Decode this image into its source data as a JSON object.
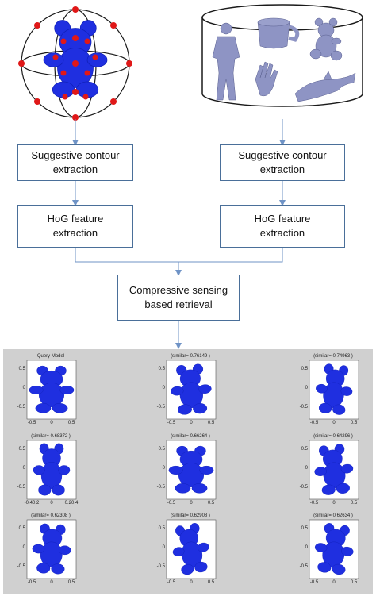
{
  "pipeline": {
    "query_contour_label": "Suggestive contour\nextraction",
    "query_hog_label": "HoG feature\nextraction",
    "db_contour_label": "Suggestive contour\nextraction",
    "db_hog_label": "HoG feature\nextraction",
    "retrieval_label": "Compressive sensing\nbased retrieval"
  },
  "colors": {
    "model_blue": "#1f2fe0",
    "model_blue_dark": "#1020b8",
    "viewpoint_red": "#e01818",
    "db_model_slate": "#8e94c4",
    "arrow_blue": "#6f93c6",
    "panel_gray": "#d0d0d0"
  },
  "icons": {
    "query_model": "teddy-bear-viewpoint-sphere-icon",
    "database": "model-database-cylinder-icon"
  },
  "results": {
    "cells": [
      {
        "title": "Query Model",
        "yticks": [
          "0.5",
          "0",
          "-0.5"
        ],
        "xticks": [
          "-0.5",
          "0",
          "0.5"
        ]
      },
      {
        "title": "(similar= 0.76149 )",
        "yticks": [
          "0.5",
          "0",
          "-0.5"
        ],
        "xticks": [
          "-0.5",
          "0",
          "0.5"
        ]
      },
      {
        "title": "(similar= 0.74963 )",
        "yticks": [
          "0.5",
          "0",
          "-0.5"
        ],
        "xticks": [
          "-0.5",
          "0",
          "0.5"
        ]
      },
      {
        "title": "(similar= 0.68372 )",
        "yticks": [
          "0.5",
          "0",
          "-0.5"
        ],
        "xticks": [
          "-0.40.2",
          "0",
          "0.20.4"
        ]
      },
      {
        "title": "(similar= 0.66264 )",
        "yticks": [
          "0.5",
          "0",
          "-0.5"
        ],
        "xticks": [
          "-0.5",
          "0",
          "0.5"
        ]
      },
      {
        "title": "(similar= 0.64296 )",
        "yticks": [
          "0.5",
          "0",
          "-0.5"
        ],
        "xticks": [
          "-0.5",
          "0",
          "0.5"
        ]
      },
      {
        "title": "(similar= 0.62308 )",
        "yticks": [
          "0.5",
          "0",
          "-0.5"
        ],
        "xticks": [
          "-0.5",
          "0",
          "0.5"
        ]
      },
      {
        "title": "(similar= 0.62908 )",
        "yticks": [
          "0.5",
          "0",
          "-0.5"
        ],
        "xticks": [
          "-0.5",
          "0",
          "0.5"
        ]
      },
      {
        "title": "(similar= 0.62634 )",
        "yticks": [
          "0.5",
          "0",
          "-0.5"
        ],
        "xticks": [
          "-0.5",
          "0",
          "0.5"
        ]
      }
    ]
  }
}
